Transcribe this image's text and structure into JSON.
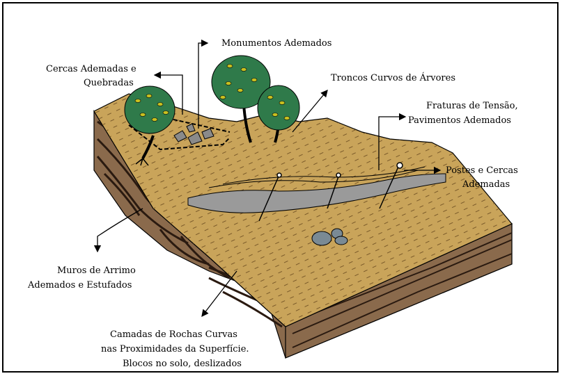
{
  "labels": {
    "monumentos": "Monumentos Ademados",
    "cercas_line1": "Cercas Ademadas e",
    "cercas_line2": "Quebradas",
    "troncos": "Troncos Curvos de Árvores",
    "fraturas_line1": "Fraturas de Tensão,",
    "fraturas_line2": "Pavimentos Ademados",
    "postes_line1": "Postes e Cercas",
    "postes_line2": "Ademadas",
    "muros_line1": "Muros de Arrimo",
    "muros_line2": "Ademados e Estufados",
    "camadas_line1": "Camadas de Rochas Curvas",
    "camadas_line2": "nas Proximidades da Superfície.",
    "camadas_line3": "Blocos no solo, deslizados"
  },
  "colors": {
    "surface": "#c9a45a",
    "side": "#8a6a4c",
    "strata": "#2a1a10",
    "tree": "#2f7a4a",
    "leaf": "#c8c020",
    "gray_layer": "#9a9a9a"
  }
}
